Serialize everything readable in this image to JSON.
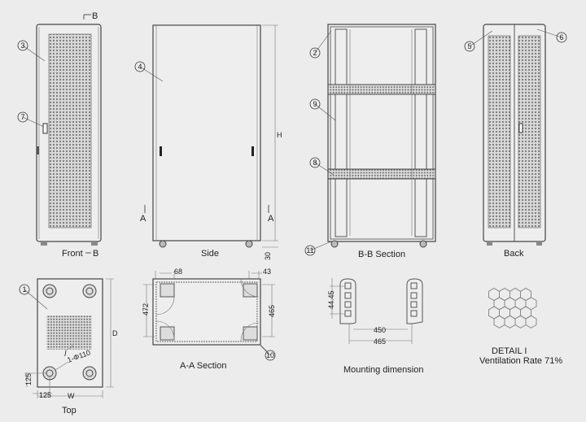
{
  "views": {
    "front": {
      "title": "Front",
      "section_mark": "B",
      "section_suffix": "B"
    },
    "side": {
      "title": "Side",
      "height_label": "H",
      "section_mark_left": "A",
      "section_mark_right": "A",
      "base_dim": "30"
    },
    "bb_section": {
      "title": "B-B  Section"
    },
    "back": {
      "title": "Back"
    },
    "top": {
      "title": "Top",
      "width_label": "W",
      "depth_label": "D",
      "dim_x": "125",
      "dim_y": "125",
      "hole_label": "1-Φ110",
      "detail_mark": "I"
    },
    "aa_section": {
      "title": "A-A   Section",
      "dim_left_offset": "68",
      "dim_right_offset": "43",
      "dim_left_depth": "472",
      "dim_right_depth": "465"
    },
    "mounting": {
      "title": "Mounting dimension",
      "unit_pitch": "44.45",
      "inner_width": "450",
      "outer_width": "465"
    },
    "detail": {
      "title": "DETAIL I",
      "ventilation": "Ventilation Rate 71%"
    }
  },
  "callouts": [
    "1",
    "2",
    "3",
    "4",
    "5",
    "6",
    "7",
    "8",
    "9",
    "10",
    "11"
  ]
}
